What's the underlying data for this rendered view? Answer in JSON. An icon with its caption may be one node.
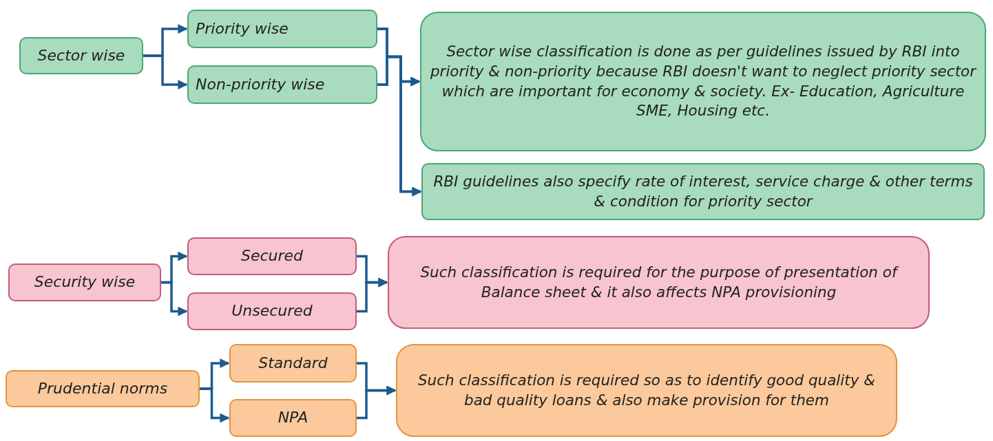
{
  "diagram": {
    "nodes": [
      {
        "text": [
          "Sector wise"
        ]
      },
      {
        "text": [
          "Priority wise"
        ]
      },
      {
        "text": [
          "Non-priority wise"
        ]
      },
      {
        "text": [
          "Sector wise classification is done as per guidelines issued by RBI into priority & non-priority because RBI doesn't want to neglect priority sector which are important for economy & society. Ex- Education, Agriculture SME, Housing etc."
        ]
      },
      {
        "text": [
          "RBI guidelines also specify rate of interest, service charge & other terms & condition for priority sector"
        ]
      },
      {
        "text": [
          "Security wise"
        ]
      },
      {
        "text": [
          "Secured"
        ]
      },
      {
        "text": [
          "Unsecured"
        ]
      },
      {
        "text": [
          "Such classification is required for the purpose of presentation of Balance sheet & it also affects NPA provisioning"
        ]
      },
      {
        "text": [
          "Prudential norms"
        ]
      },
      {
        "text": [
          "Standard"
        ]
      },
      {
        "text": [
          "NPA"
        ]
      },
      {
        "text": [
          "Such classification is required so as to identify good quality & bad quality loans & also make provision for them"
        ]
      }
    ],
    "edges": [
      {
        "from": 0,
        "to": 1,
        "arrow": "to"
      },
      {
        "from": 0,
        "to": 2,
        "arrow": "to"
      },
      {
        "from": 1,
        "to": 3,
        "arrow": "to"
      },
      {
        "from": 2,
        "to": 3,
        "arrow": "to"
      },
      {
        "from": 1,
        "to": 4,
        "arrow": "to"
      },
      {
        "from": 2,
        "to": 4,
        "arrow": "to"
      },
      {
        "from": 5,
        "to": 6,
        "arrow": "to"
      },
      {
        "from": 5,
        "to": 7,
        "arrow": "to"
      },
      {
        "from": 6,
        "to": 8,
        "arrow": "to"
      },
      {
        "from": 7,
        "to": 8,
        "arrow": "to"
      },
      {
        "from": 9,
        "to": 10,
        "arrow": "to"
      },
      {
        "from": 9,
        "to": 11,
        "arrow": "to"
      },
      {
        "from": 10,
        "to": 12,
        "arrow": "to"
      },
      {
        "from": 11,
        "to": 12,
        "arrow": "to"
      }
    ]
  }
}
